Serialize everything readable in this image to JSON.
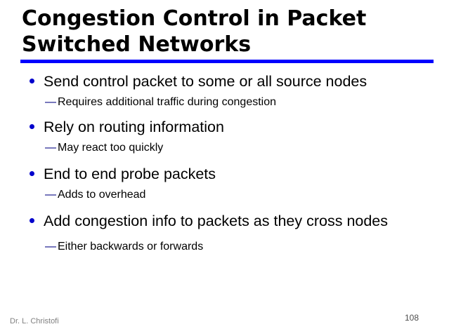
{
  "slide": {
    "title": "Congestion Control in Packet\nSwitched Networks",
    "accent_color": "#0000ff",
    "bullet_color": "#0000cc",
    "dash_color": "#000080",
    "text_color": "#000000",
    "background_color": "#ffffff",
    "bullets": [
      {
        "text": "Send control packet to some or all source nodes",
        "sub": [
          {
            "marker": "—",
            "text": "Requires additional traffic during congestion"
          }
        ]
      },
      {
        "text": "Rely on routing information",
        "sub": [
          {
            "marker": "—",
            "text": "May react too quickly"
          }
        ]
      },
      {
        "text": "End to end probe packets",
        "sub": [
          {
            "marker": "—",
            "text": "Adds to overhead"
          }
        ]
      },
      {
        "text": "Add congestion info to packets as they cross nodes",
        "sub": [
          {
            "marker": "—",
            "text": "Either backwards or forwards"
          }
        ]
      }
    ],
    "footer": {
      "author": "Dr. L. Christofi",
      "page_number": "108"
    }
  }
}
